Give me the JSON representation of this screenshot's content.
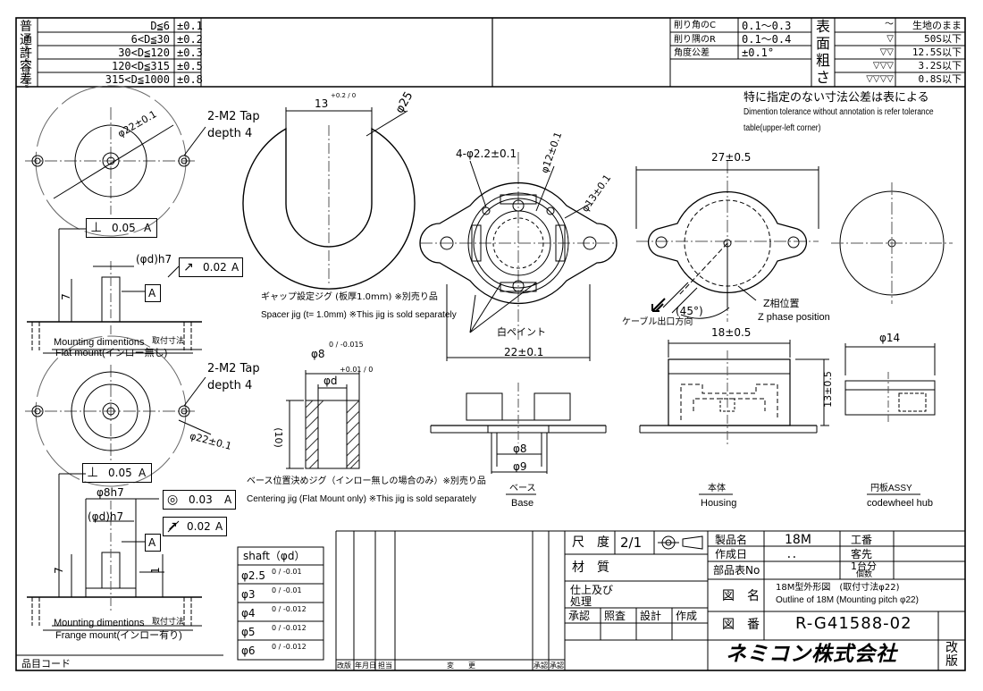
{
  "general_tolerance": {
    "title_chars": [
      "普",
      "通",
      "許",
      "容",
      "差"
    ],
    "title_en": "Tolerance(unit:mm)",
    "rows": [
      {
        "range": "D≦6",
        "tol": "±0.1"
      },
      {
        "range": "6<D≦30",
        "tol": "±0.2"
      },
      {
        "range": "30<D≦120",
        "tol": "±0.3"
      },
      {
        "range": "120<D≦315",
        "tol": "±0.5"
      },
      {
        "range": "315<D≦1000",
        "tol": "±0.8"
      }
    ]
  },
  "chamfer_table": {
    "rows": [
      {
        "label": "削り角のC",
        "value": "0.1～0.3"
      },
      {
        "label": "削り隅のR",
        "value": "0.1～0.4"
      },
      {
        "label": "角度公差",
        "value": "±0.1°"
      }
    ]
  },
  "surface_roughness": {
    "title_chars": [
      "表",
      "面",
      "粗",
      "さ"
    ],
    "rows": [
      {
        "symbol": "～",
        "value": "生地のまま"
      },
      {
        "symbol": "▽",
        "value": "50S以下"
      },
      {
        "symbol": "▽▽",
        "value": "12.5S以下"
      },
      {
        "symbol": "▽▽▽",
        "value": "3.2S以下"
      },
      {
        "symbol": "▽▽▽▽",
        "value": "0.8S以下"
      }
    ]
  },
  "notes": {
    "jp": "特に指定のない寸法公差は表による",
    "en1": "Dimention tolerance without annotation is refer tolerance",
    "en2": "table(upper-left corner)"
  },
  "top_left_view": {
    "tap": "2-M2 Tap",
    "depth": "depth 4",
    "dia": "φ22±0.1",
    "perp_sym": "⊥",
    "perp_val": "0.05",
    "perp_ref": "A",
    "shaft_fit": "(φd)h7",
    "runout_sym": "↗",
    "runout_val": "0.02",
    "runout_ref": "A",
    "datum": "A",
    "height": "7",
    "mount_label_en": "Mounting dimentions",
    "mount_label_jp": "取付寸法",
    "mount_type": "Flat mount(インロー無し)"
  },
  "bottom_left_view": {
    "tap": "2-M2 Tap",
    "depth": "depth 4",
    "dia": "φ22±0.1",
    "perp_sym": "⊥",
    "perp_val": "0.05",
    "perp_ref": "A",
    "pilot": "φ8h7",
    "conc_sym": "◎",
    "conc_val": "0.03",
    "conc_ref": "A",
    "shaft_fit": "(φd)h7",
    "runout_sym": "↗",
    "runout_val": "0.02",
    "runout_ref": "A",
    "datum": "A",
    "height": "7",
    "h1": "1",
    "mount_label_en": "Mounting dimentions",
    "mount_label_jp": "取付寸法",
    "mount_type": "Frange mount(インロー有り)"
  },
  "spacer_jig": {
    "width": "13",
    "width_tol": "+0.2 / 0",
    "dia": "φ25",
    "label_jp": "ギャップ設定ジグ (板厚1.0mm) ※別売り品",
    "label_en": "Spacer jig (t= 1.0mm) ※This jig is sold separately"
  },
  "centering_jig": {
    "od": "φ8",
    "od_tol": "0 / -0.015",
    "id": "φd",
    "id_tol": "+0.01 / 0",
    "height": "(10)",
    "label_jp": "ベース位置決めジグ（インロー無しの場合のみ）※別売り品",
    "label_en": "Centering jig (Flat Mount only) ※This jig is sold separately"
  },
  "base_view": {
    "holes": "4-φ2.2±0.1",
    "d12": "φ12±0.1",
    "d13": "φ13±0.1",
    "width": "22±0.1",
    "paint": "白ペイント",
    "cable": "ケーブル出口方向",
    "d8": "φ8",
    "d9": "φ9",
    "name_jp": "ベース",
    "name_en": "Base"
  },
  "housing_view": {
    "width": "27±0.5",
    "z_pos_jp": "Z相位置",
    "z_pos_en": "Z phase position",
    "angle": "(45°)",
    "width2": "18±0.5",
    "height": "13±0.5",
    "name_jp": "本体",
    "name_en": "Housing"
  },
  "hub_view": {
    "dia": "φ14",
    "name_jp": "円板ASSY",
    "name_en": "codewheel hub"
  },
  "shaft_table": {
    "title": "shaft（φd）",
    "rows": [
      {
        "d": "φ2.5",
        "tol": "0 / -0.01"
      },
      {
        "d": "φ3",
        "tol": "0 / -0.01"
      },
      {
        "d": "φ4",
        "tol": "0 / -0.012"
      },
      {
        "d": "φ5",
        "tol": "0 / -0.012"
      },
      {
        "d": "φ6",
        "tol": "0 / -0.012"
      }
    ]
  },
  "revision_block": {
    "headers": [
      "改版",
      "年月日",
      "担当",
      "変　　更",
      "承認",
      "承認"
    ],
    "part_code": "品目コード"
  },
  "title_block": {
    "scale_label": "尺　度",
    "scale": "2/1",
    "material_label": "材　質",
    "finish_label": "仕上及び処理",
    "approvals": [
      "承認",
      "照査",
      "設計",
      "作成"
    ],
    "product_label": "製品名",
    "product": "18M",
    "date_label": "作成日",
    "date": "．．",
    "parts_label": "部品表No",
    "drawing_name_label": "図　名",
    "drawing_name_jp": "18M型外形図　(取付寸法φ22)",
    "drawing_name_en": "Outline of 18M (Mounting pitch φ22)",
    "drawing_no_label": "図　番",
    "drawing_no": "R-G41588-02",
    "job_no": "工番",
    "customer": "客先",
    "qty_label": "1台分",
    "qty_sub": "個数",
    "company": "ネミコン株式会社",
    "rev_label": "改版"
  }
}
